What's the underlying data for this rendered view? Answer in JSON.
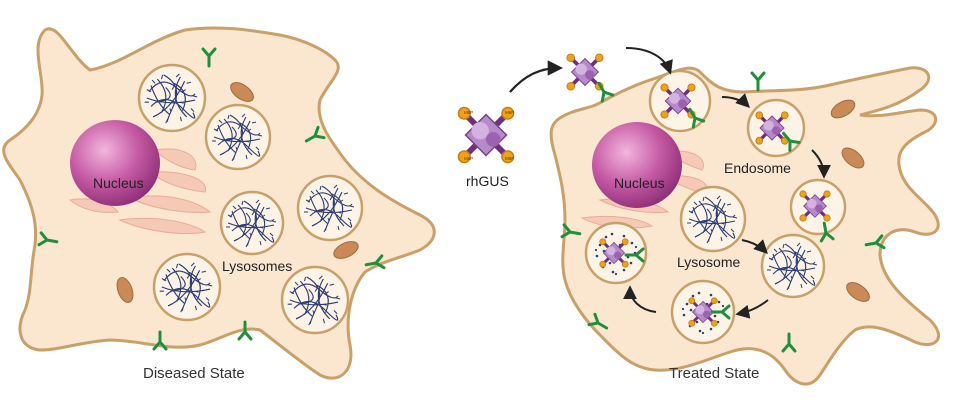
{
  "labels": {
    "nucleus_left": "Nucleus",
    "lysosomes": "Lysosomes",
    "diseased_state": "Diseased State",
    "rhgus": "rhGUS",
    "nucleus_right": "Nucleus",
    "endosome": "Endosome",
    "lysosome": "Lysosome",
    "treated_state": "Treated State",
    "m6p_tag": "M6P"
  },
  "colors": {
    "cytoplasm": "#fbe7cf",
    "membrane": "#c8a068",
    "nucleus": "#b0468f",
    "nucleus_highlight": "#e9a4d2",
    "golgi": "#f6c9b6",
    "mitochondrion": "#c98a57",
    "vesicle_fill": "#fdf3e6",
    "substrate": "#2c3e74",
    "receptor": "#1f8f3c",
    "enzyme": "#7c3d8c",
    "enzyme_light": "#c79ad6",
    "m6p_tag": "#f0a11c",
    "arrow": "#222222"
  },
  "icons": {
    "receptor": "m6p-receptor-icon",
    "enzyme": "rhgus-enzyme-icon",
    "mitochondrion": "mitochondrion-icon",
    "arrow": "pathway-arrow-icon"
  }
}
